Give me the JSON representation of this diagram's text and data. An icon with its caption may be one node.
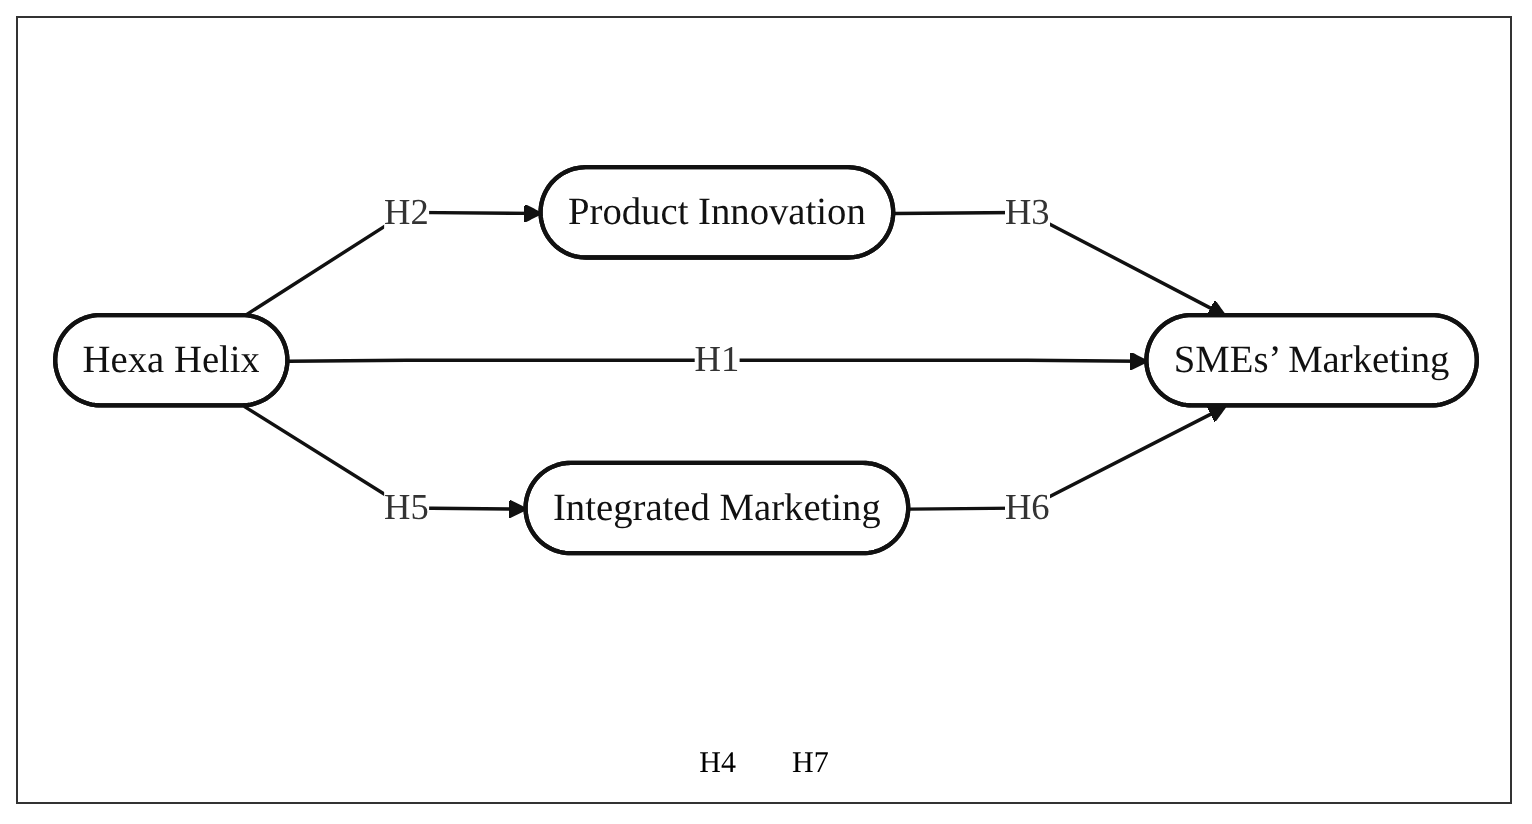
{
  "diagram": {
    "nodes": [
      {
        "text": [
          "Hexa Helix"
        ]
      },
      {
        "text": [
          "Product Innovation"
        ]
      },
      {
        "text": [
          "Integrated Marketing"
        ]
      },
      {
        "text": [
          "SMEs’ Marketing"
        ]
      }
    ],
    "edges": [
      {
        "from": 0,
        "to": 1,
        "arrow": "to",
        "label": "H2"
      },
      {
        "from": 1,
        "to": 3,
        "arrow": "to",
        "label": "H3"
      },
      {
        "from": 0,
        "to": 3,
        "arrow": "to",
        "label": "H1"
      },
      {
        "from": 0,
        "to": 2,
        "arrow": "to",
        "label": "H5"
      },
      {
        "from": 2,
        "to": 3,
        "arrow": "to",
        "label": "H6"
      }
    ],
    "labels": [
      "H4",
      "H7"
    ]
  }
}
